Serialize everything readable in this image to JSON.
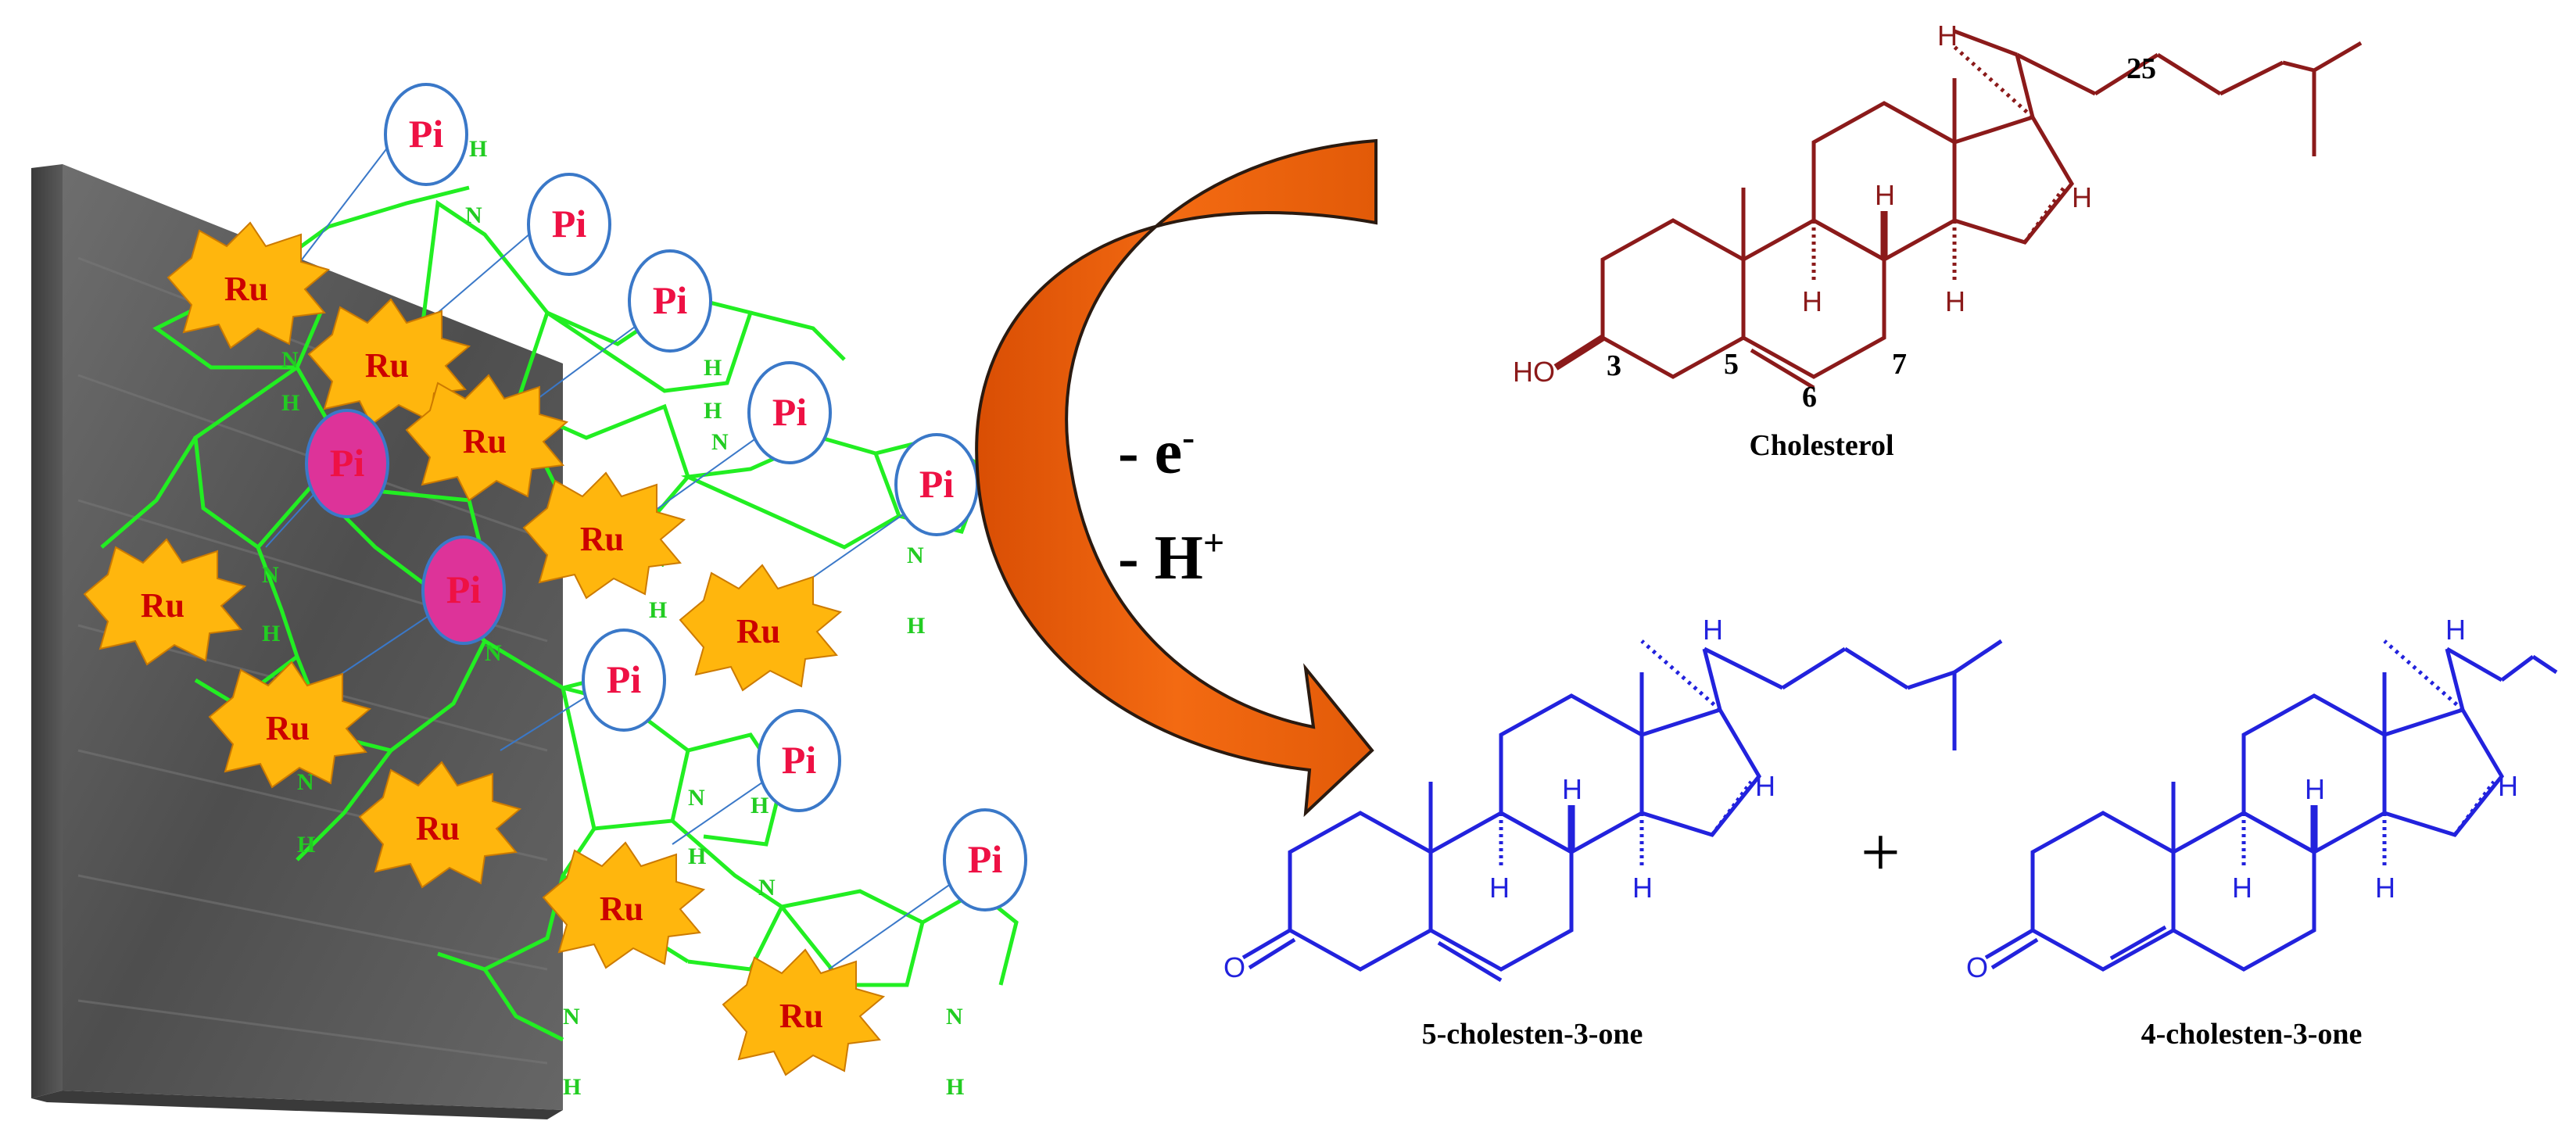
{
  "electrode": {
    "metal_label": "Ru",
    "polymer_label": "Pi",
    "surface_color": "#555555",
    "polymer_color": "#22ee22",
    "ru_fill": "#ffb60d",
    "ru_text": "#cc0000",
    "pi_text": "#ee1144",
    "pi_ring": "#3a78c8",
    "pi_filled": "#dd3399",
    "nitrogen": "N",
    "hydrogen": "H"
  },
  "reaction": {
    "line1_text": "- e",
    "line1_sup": "-",
    "line2_text": "- H",
    "line2_sup": "+",
    "arrow_color": "#ee5f0c"
  },
  "reactant": {
    "name": "Cholesterol",
    "color": "#8b1a1a",
    "hydroxyl": "HO",
    "atom_numbers": [
      "3",
      "5",
      "6",
      "7",
      "25"
    ],
    "h_label": "H"
  },
  "products": {
    "color": "#2222dd",
    "plus": "+",
    "product_1": "5-cholesten-3-one",
    "product_2": "4-cholesten-3-one",
    "oxygen": "O",
    "h_label": "H"
  }
}
